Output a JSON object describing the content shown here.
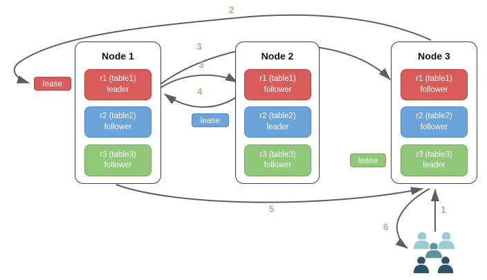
{
  "diagram": {
    "nodes": [
      {
        "title": "Node 1",
        "replicas": [
          {
            "label": "r1 (table1)",
            "role": "leader",
            "color_name": "red"
          },
          {
            "label": "r2 (table2)",
            "role": "follower",
            "color_name": "blue"
          },
          {
            "label": "r3 (table3)",
            "role": "follower",
            "color_name": "green"
          }
        ]
      },
      {
        "title": "Node 2",
        "replicas": [
          {
            "label": "r1 (table1)",
            "role": "follower",
            "color_name": "red"
          },
          {
            "label": "r2 (table2)",
            "role": "leader",
            "color_name": "blue"
          },
          {
            "label": "r3 (table3)",
            "role": "follower",
            "color_name": "green"
          }
        ]
      },
      {
        "title": "Node 3",
        "replicas": [
          {
            "label": "r1 (table1)",
            "role": "follower",
            "color_name": "red"
          },
          {
            "label": "r2 (table2)",
            "role": "follower",
            "color_name": "blue"
          },
          {
            "label": "r3 (table3)",
            "role": "leader",
            "color_name": "green"
          }
        ]
      }
    ],
    "leases": [
      {
        "label": "lease",
        "color_name": "red",
        "hex": "#D95C5B"
      },
      {
        "label": "lease",
        "color_name": "blue",
        "hex": "#6BA3DB"
      },
      {
        "label": "lease",
        "color_name": "green",
        "hex": "#8FC878"
      }
    ],
    "steps": [
      "1",
      "2",
      "3",
      "3",
      "4",
      "5",
      "6"
    ],
    "icons": {
      "users_icon": "group-of-users"
    },
    "colors": {
      "replica_red": "#D95C5B",
      "replica_blue": "#6BA3DB",
      "replica_green": "#8FC878",
      "node_border": "#24426B",
      "arrow": "#5E5E5E",
      "step_label": "#93C47D",
      "users_light": "#9CCBD1",
      "users_medium": "#5E939B",
      "users_dark": "#2F5265"
    }
  }
}
